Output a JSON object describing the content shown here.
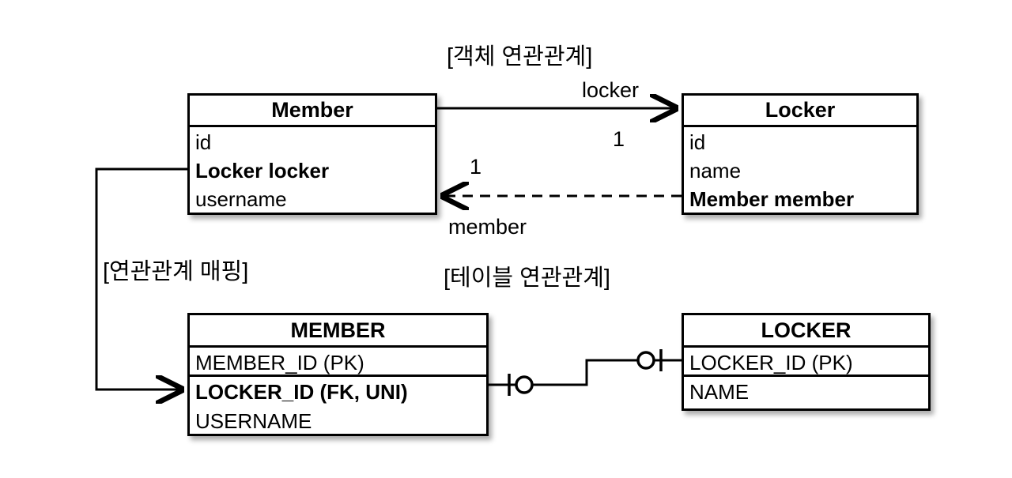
{
  "diagram": {
    "title_object_relation": "[객체 연관관계]",
    "title_table_relation": "[테이블 연관관계]",
    "title_mapping": "[연관관계 매핑]",
    "colors": {
      "stroke": "#000000",
      "fill": "#ffffff",
      "background": "#ffffff"
    }
  },
  "object_model": {
    "member": {
      "name": "Member",
      "attributes": [
        {
          "text": "id",
          "bold": false
        },
        {
          "text": "Locker locker",
          "bold": true
        },
        {
          "text": "username",
          "bold": false
        }
      ]
    },
    "locker": {
      "name": "Locker",
      "attributes": [
        {
          "text": "id",
          "bold": false
        },
        {
          "text": "name",
          "bold": false
        },
        {
          "text": "Member member",
          "bold": true
        }
      ]
    },
    "edges": [
      {
        "name": "member-to-locker",
        "label": "locker",
        "cardinality": "1",
        "style": "solid",
        "direction": "right"
      },
      {
        "name": "locker-to-member",
        "label": "member",
        "cardinality": "1",
        "style": "dashed",
        "direction": "left"
      }
    ]
  },
  "table_model": {
    "member_table": {
      "name": "MEMBER",
      "rows": [
        {
          "text": "MEMBER_ID (PK)",
          "bold": false
        },
        {
          "text": "LOCKER_ID (FK, UNI)",
          "bold": true
        },
        {
          "text": "USERNAME",
          "bold": false
        }
      ]
    },
    "locker_table": {
      "name": "LOCKER",
      "rows": [
        {
          "text": "LOCKER_ID (PK)",
          "bold": false
        },
        {
          "text": "NAME",
          "bold": false
        }
      ]
    },
    "relationship": {
      "name": "member-locker-fk",
      "notation": "one-and-only-one",
      "left_end": "tick-circle",
      "right_end": "circle-tick"
    }
  },
  "mapping_edge": {
    "name": "locker-field-to-locker-id-fk",
    "from": "Locker locker",
    "to": "LOCKER_ID (FK, UNI)",
    "style": "solid",
    "arrow": "open"
  }
}
